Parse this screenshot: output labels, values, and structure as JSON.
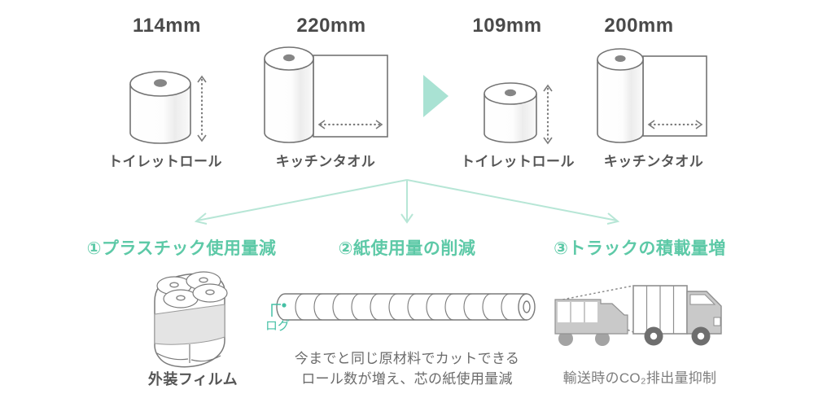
{
  "colors": {
    "accent_teal": "#5dc9a7",
    "light_teal": "#b7e6d6",
    "triangle_teal": "#a9e2d3",
    "annotation_teal": "#45c0a5",
    "outline_gray": "#7a7a7a",
    "film_gray": "#e4e4e4",
    "truck_body_gray": "#c9c9c9",
    "wheel_dark_gray": "#6e6e6e",
    "text_dark": "#4a4a4a",
    "text_medium": "#565656",
    "text_light": "#7d7d7d"
  },
  "before": {
    "toilet_roll": {
      "dimension": "114mm",
      "label": "トイレットロール"
    },
    "kitchen_towel": {
      "dimension": "220mm",
      "label": "キッチンタオル"
    }
  },
  "after": {
    "toilet_roll": {
      "dimension": "109mm",
      "label": "トイレットロール"
    },
    "kitchen_towel": {
      "dimension": "200mm",
      "label": "キッチンタオル"
    }
  },
  "benefits": {
    "plastic": {
      "heading": "①プラスチック使用量減",
      "caption": "外装フィルム"
    },
    "paper": {
      "heading": "②紙使用量の削減",
      "annotation": "ログ",
      "caption_line1": "今までと同じ原材料でカットできる",
      "caption_line2": "ロール数が増え、芯の紙使用量減"
    },
    "truck": {
      "heading": "③トラックの積載量増",
      "caption": "輸送時のCO₂排出量抑制"
    }
  }
}
